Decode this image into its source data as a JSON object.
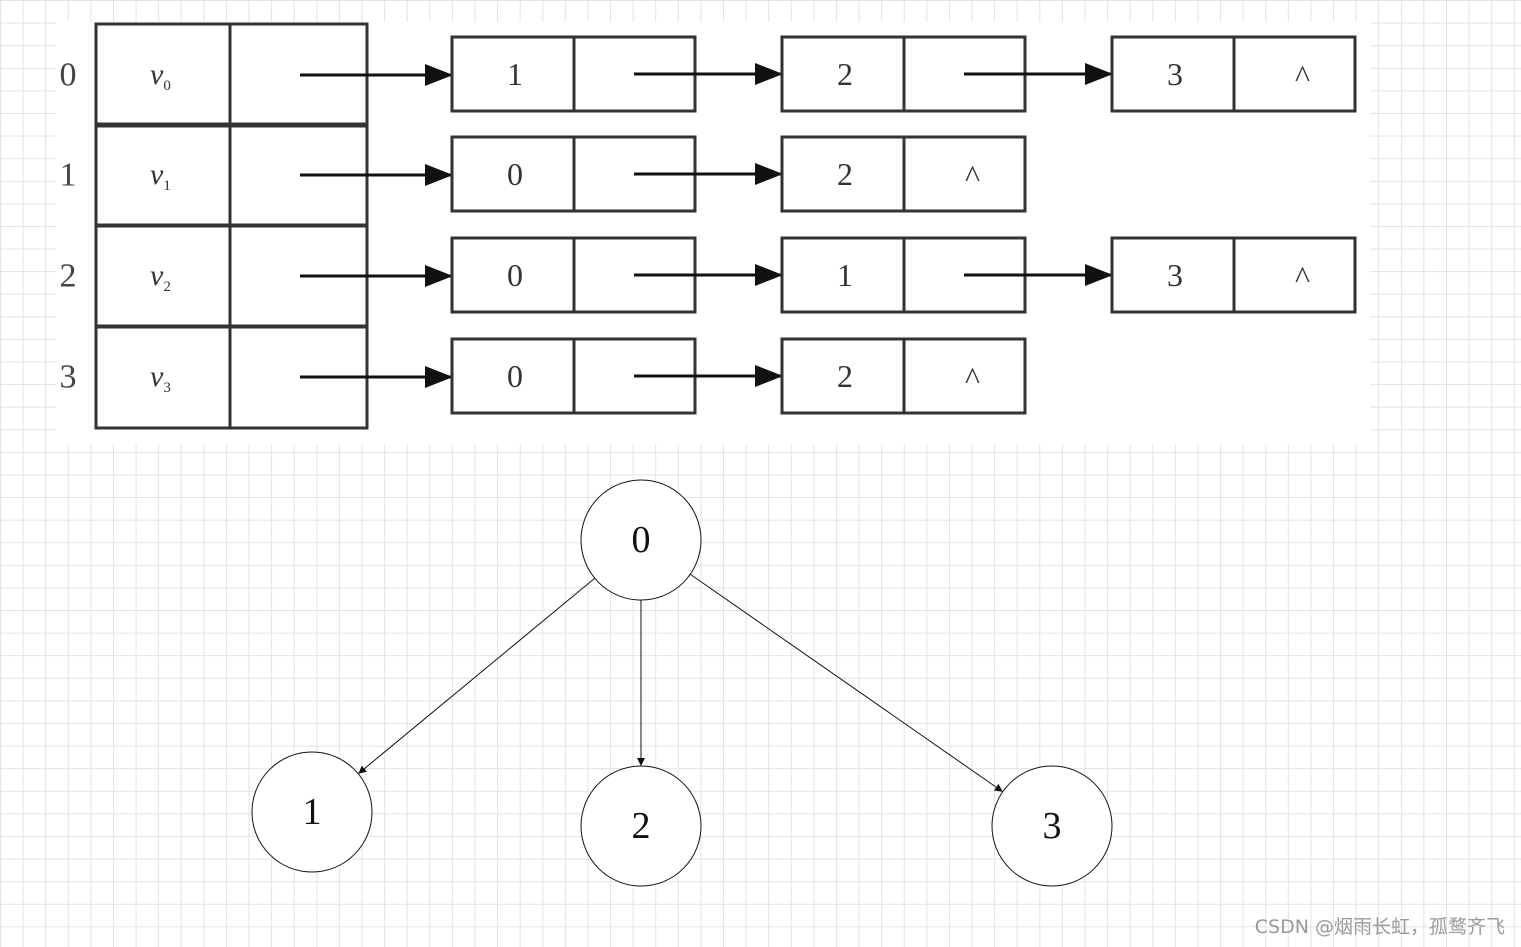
{
  "adjacency_list": {
    "rows": [
      {
        "index": "0",
        "vertex": "v",
        "sub": "0",
        "edges": [
          "1",
          "2",
          "3"
        ]
      },
      {
        "index": "1",
        "vertex": "v",
        "sub": "1",
        "edges": [
          "0",
          "2"
        ]
      },
      {
        "index": "2",
        "vertex": "v",
        "sub": "2",
        "edges": [
          "0",
          "1",
          "3"
        ]
      },
      {
        "index": "3",
        "vertex": "v",
        "sub": "3",
        "edges": [
          "0",
          "2"
        ]
      }
    ],
    "null_symbol": "^"
  },
  "tree": {
    "nodes": [
      {
        "id": "root",
        "label": "0"
      },
      {
        "id": "left",
        "label": "1"
      },
      {
        "id": "middle",
        "label": "2"
      },
      {
        "id": "right",
        "label": "3"
      }
    ],
    "edges": [
      [
        "root",
        "left"
      ],
      [
        "root",
        "middle"
      ],
      [
        "root",
        "right"
      ]
    ]
  },
  "watermark": "CSDN @烟雨长虹，孤鹜齐飞"
}
